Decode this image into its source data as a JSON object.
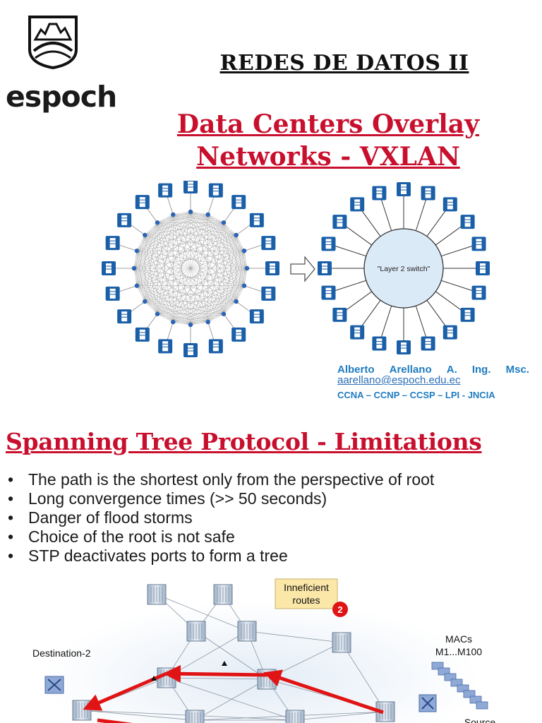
{
  "header": {
    "logo_text": "espoch",
    "course_title": "REDES DE DATOS II",
    "topic_line1": "Data Centers Overlay",
    "topic_line2": "Networks - VXLAN"
  },
  "topology": {
    "switch_label": "\"Layer 2 switch\"",
    "colors": {
      "server": "#1a5fa8",
      "switch_fill": "#dbeaf7",
      "node": "#2a63b8"
    }
  },
  "author": {
    "name_parts": [
      "Alberto",
      "Arellano",
      "A.",
      "Ing.",
      "Msc."
    ],
    "email": "aarellano@espoch.edu.ec",
    "certs": "CCNA – CCNP – CCSP – LPI - JNCIA"
  },
  "section": {
    "title": "Spanning Tree Protocol - Limitations",
    "bullet_glyph": "•",
    "bullets": [
      "The path is the shortest only from the perspective of root",
      "Long convergence times (>> 50 seconds)",
      "Danger of flood storms",
      "Choice of the root is not safe",
      "STP deactivates ports to form a tree"
    ]
  },
  "stp_diagram": {
    "callout_line1": "Inneficient",
    "callout_line2": "routes",
    "badge": "2",
    "destination_label": "Destination-2",
    "macs_line1": "MACs",
    "macs_line2": "M1...M100",
    "source_label": "Source",
    "colors": {
      "arrow": "#e01414",
      "badge": "#e01414",
      "callout": "#fbe7a8"
    }
  }
}
